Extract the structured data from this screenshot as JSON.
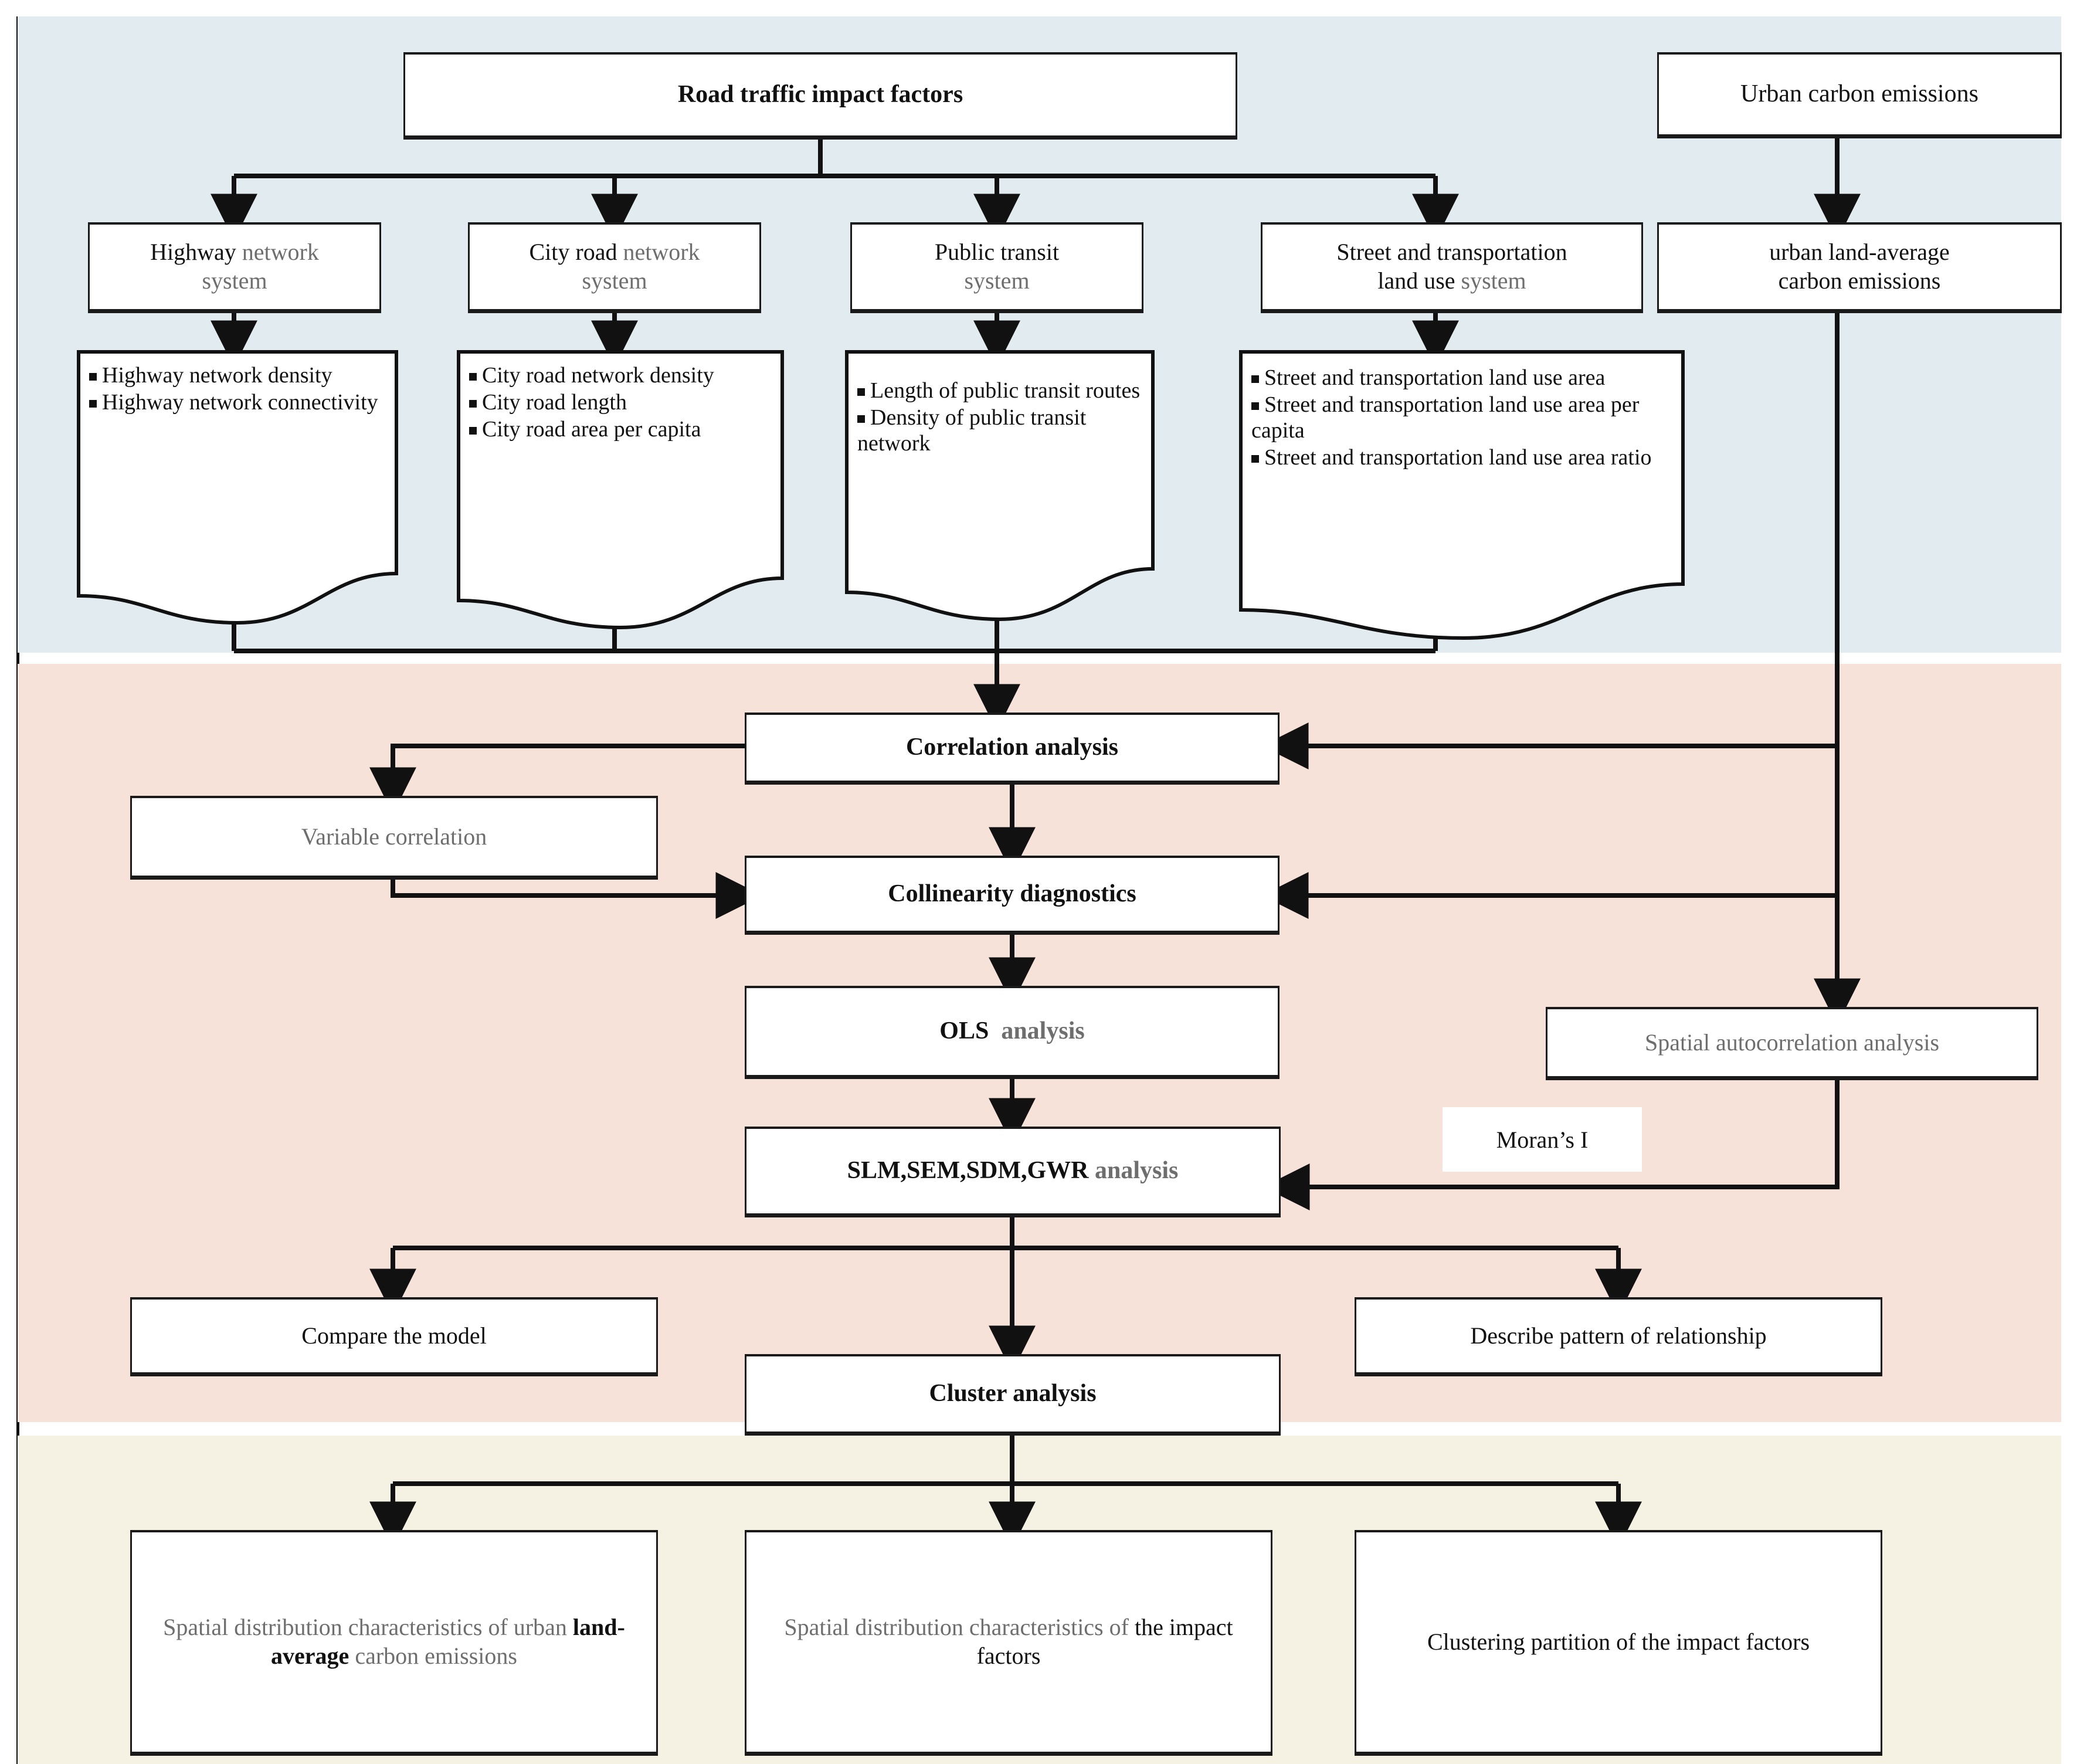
{
  "figure": {
    "type": "flowchart",
    "bands": [
      {
        "name": "inputs-band",
        "color": "#e2ebf0"
      },
      {
        "name": "analysis-band",
        "color": "#f7e2da"
      },
      {
        "name": "outputs-band",
        "color": "#f5f2e3"
      }
    ]
  },
  "inputs": {
    "root_left": "Road traffic impact factors",
    "root_right": "Urban carbon emissions",
    "systems": [
      {
        "black": "Highway",
        "gray": "network",
        "line2": "system"
      },
      {
        "black": "City road",
        "gray": "network",
        "line2": "system"
      },
      {
        "black": "Public transit",
        "gray": "",
        "line2": "system"
      },
      {
        "black": "Street and transportation",
        "gray": "",
        "line2_black": "land use",
        "line2_gray": "system"
      }
    ],
    "carbon_variable_line1": "urban land-average",
    "carbon_variable_line2": "carbon emissions",
    "indicator_groups": [
      {
        "name": "highway-indicators",
        "items": [
          "Highway network density",
          "Highway network connectivity"
        ]
      },
      {
        "name": "city-road-indicators",
        "items": [
          "City road network density",
          "City road length",
          "City road area per capita"
        ]
      },
      {
        "name": "public-transit-indicators",
        "items": [
          "Length of public transit routes",
          "Density of public transit network"
        ]
      },
      {
        "name": "street-land-use-indicators",
        "items": [
          "Street and transportation land use area",
          "Street and transportation land use area per capita",
          "Street and transportation land use area ratio"
        ]
      }
    ]
  },
  "analysis": {
    "correlation_analysis": "Correlation analysis",
    "variable_correlation": "Variable correlation",
    "collinearity_diagnostics": "Collinearity diagnostics",
    "ols_black": "OLS",
    "ols_gray": "analysis",
    "spatial_autocorrelation": "Spatial autocorrelation analysis",
    "morans_i": "Moran’s I",
    "spatial_models_black": "SLM,SEM,SDM,GWR",
    "spatial_models_gray": "analysis",
    "compare_the_model": "Compare the model",
    "describe_pattern": "Describe pattern of relationship",
    "cluster_analysis": "Cluster analysis"
  },
  "outputs": {
    "result1_part1": "Spatial distribution characteristics of urban ",
    "result1_bold": "land-average",
    "result1_part2": " carbon emissions",
    "result2_part1": "Spatial distribution characteristics of ",
    "result2_bold": "the impact factors",
    "result3": "Clustering partition of the impact factors"
  }
}
